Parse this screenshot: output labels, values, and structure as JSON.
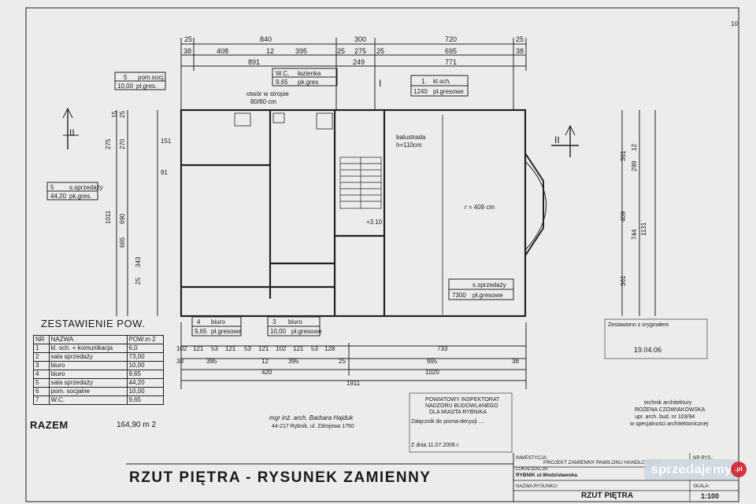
{
  "page_num": "10",
  "top_dims": {
    "row1": [
      "25",
      "840",
      "300",
      "720",
      "25"
    ],
    "row2": [
      "38",
      "408",
      "12",
      "395",
      "25",
      "275",
      "25",
      "695",
      "38"
    ],
    "row3": [
      "891",
      "249",
      "771"
    ]
  },
  "room_labels": {
    "r5a": {
      "no": "5",
      "name": "pom.socj.",
      "area": "10,00",
      "floor": "pł.gres."
    },
    "wc": {
      "name": "W.C.",
      "name2": "łazienka",
      "area": "9,65",
      "floor": "pk.gres"
    },
    "otwor": [
      "otwór w stropie",
      "80/80 cm"
    ],
    "kl": {
      "no": "1.",
      "name": "kl.sch.",
      "area": "1240",
      "floor": "pł.gresowe"
    },
    "sala5": {
      "no": "5",
      "name": "s.sprzedaży",
      "area": "44,20",
      "floor": "pk.gres."
    },
    "sala2": {
      "name": "s.sprzedaży",
      "area": "7300",
      "floor": "pł.gresowe"
    },
    "biuro4": {
      "no": "4",
      "name": "biuro",
      "area": "9,65",
      "floor": "pł.gresowe"
    },
    "biuro3": {
      "no": "3",
      "name": "biuro",
      "area": "10,00",
      "floor": "pł.gresowe"
    }
  },
  "plan_notes": {
    "balustrada": "balustrada",
    "balustrada_h": "h=110cm",
    "radius": "r = 409 cm",
    "level": "+3.10",
    "section": "II",
    "section_i": "I"
  },
  "left_dims": [
    "15",
    "25",
    "270",
    "275",
    "91",
    "151",
    "1011",
    "690",
    "665",
    "343",
    "25"
  ],
  "right_dims": [
    "361",
    "12",
    "299",
    "409",
    "1131",
    "744",
    "361"
  ],
  "bottom_dims": {
    "row1": [
      "102",
      "121",
      "53",
      "121",
      "53",
      "121",
      "102",
      "121",
      "53",
      "128",
      "733"
    ],
    "row2": [
      "38",
      "395",
      "12",
      "395",
      "25",
      "995",
      "38"
    ],
    "row3": [
      "420",
      "1020"
    ],
    "total": "1911"
  },
  "zestawienie": {
    "title": "ZESTAWIENIE POW.",
    "col_header": "POW.m 2",
    "head": [
      "NR",
      "NAZWA",
      ""
    ],
    "rows": [
      [
        "1",
        "kl. sch. + komunikacja",
        "6,0"
      ],
      [
        "2",
        "sala sprzedaży",
        "73,00"
      ],
      [
        "3",
        "biuro",
        "10,00"
      ],
      [
        "4",
        "biuro",
        "9,65"
      ],
      [
        "5",
        "sala sprzedaży",
        "44,20"
      ],
      [
        "6",
        "pom. socjalne",
        "10,00"
      ],
      [
        "7",
        "W.C.",
        "9,65"
      ]
    ],
    "razem_label": "RAZEM",
    "razem_value": "164,90 m 2"
  },
  "stamps": {
    "architect": [
      "mgr inż. arch. Barbara Hajduk",
      "44-217 Rybnik, ul. Zdrojowa 1760"
    ],
    "inspektorat": [
      "POWIATOWY INSPEKTORAT",
      "NADZORU BUDOWLANEGO",
      "DLA MIASTA RYBNIKA",
      "Załącznik do pisma-decyzji ....",
      "Z dnia 11.07.2006 r."
    ],
    "technik": [
      "technik architektury",
      "ROŻENA CZOWIAKOWSKA",
      "upr. arch. bud. nr 103/94",
      "w specjalności architektonicznej"
    ],
    "zestawiono": "Zestawiono z oryginałem",
    "date": "19.04.06"
  },
  "drawing_title": "RZUT PIĘTRA  -  RYSUNEK  ZAMIENNY",
  "title_block": {
    "inwestycja_label": "INWESTYCJA:",
    "inwestycja": "PROJEKT ZAMIENNY PAWILONU HANDLOWEGO",
    "lokalizacja_label": "LOKALIZACJA:",
    "lokalizacja": "RYBNIK ul.Wodzisławska",
    "nr_label": "NR RYS.:",
    "nr": "3",
    "nazwa_label": "NAZWA RYSUNKU:",
    "nazwa": "RZUT PIĘTRA",
    "skala_label": "SKALA:",
    "skala": "1:100"
  },
  "watermark": {
    "text": "sprzedajemy",
    "tld": ".pl"
  }
}
